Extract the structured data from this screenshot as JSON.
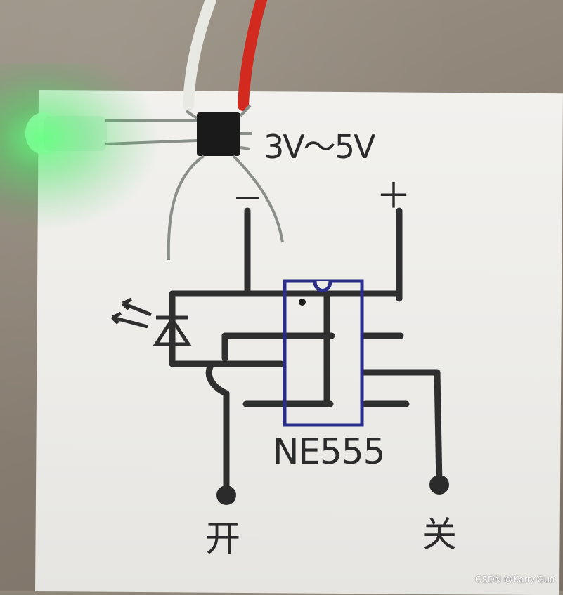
{
  "photo": {
    "subject": "NE555 light-sensing circuit drawn on paper with a lit green LED",
    "labels": {
      "voltage": "3V～5V",
      "negative": "－",
      "positive": "＋",
      "chip": "NE555",
      "switch_on": "开",
      "switch_off": "关"
    },
    "watermark": "CSDN @Karry Guo"
  },
  "colors": {
    "pencil": "#2f2f2f",
    "chip_outline": "#2a2d8a",
    "led_glow": "#4cff6e",
    "wire_red": "#d9241c",
    "wire_white": "#f4f4f0"
  }
}
